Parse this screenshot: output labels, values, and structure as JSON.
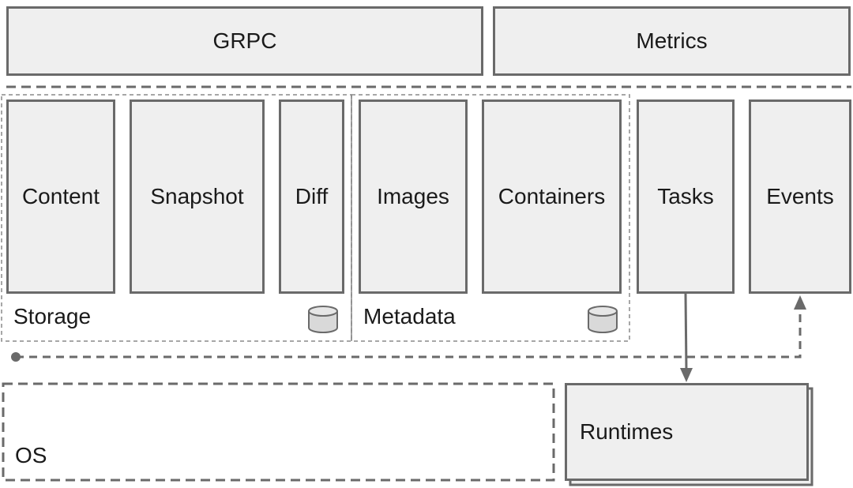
{
  "top": {
    "grpc": "GRPC",
    "metrics": "Metrics"
  },
  "components": {
    "content": "Content",
    "snapshot": "Snapshot",
    "diff": "Diff",
    "images": "Images",
    "containers": "Containers",
    "tasks": "Tasks",
    "events": "Events"
  },
  "groups": {
    "storage": "Storage",
    "metadata": "Metadata",
    "os": "OS"
  },
  "runtimes": "Runtimes",
  "colors": {
    "box_fill": "#efefef",
    "border": "#6a6a6a",
    "text": "#1a1a1a"
  },
  "icons": [
    "database-icon",
    "database-icon"
  ]
}
